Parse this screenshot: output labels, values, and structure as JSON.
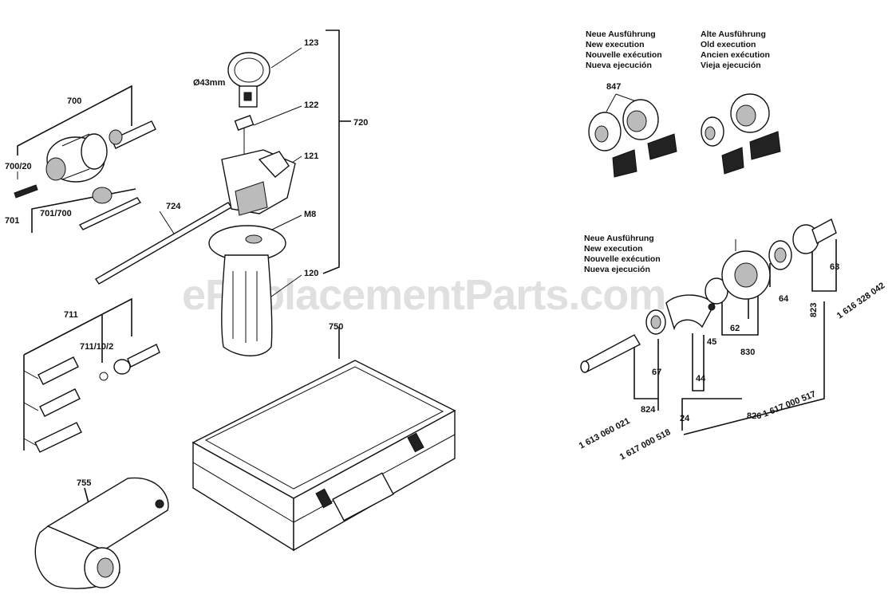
{
  "watermark": "eReplacementParts.com",
  "labels": {
    "p700": "700",
    "p700_20": "700/20",
    "p701": "701",
    "p701_700": "701/700",
    "p724": "724",
    "p123": "123",
    "dia": "Ø43mm",
    "p122": "122",
    "p121": "121",
    "p720": "720",
    "m8": "M8",
    "p120": "120",
    "p711": "711",
    "p711_10_2": "711/10/2",
    "p750": "750",
    "p755": "755",
    "p847": "847",
    "p63": "63",
    "p64": "64",
    "p823": "823",
    "n823": "1 616 328 042",
    "p62": "62",
    "p830": "830",
    "p45": "45",
    "p44": "44",
    "p67": "67",
    "p824": "824",
    "n824": "1 613 060 021",
    "p24": "24",
    "n24": "1 617 000 518",
    "p826": "826",
    "n826": "1 617 000 517"
  },
  "notes": {
    "new_top": [
      "Neue Ausführung",
      "New execution",
      "Nouvelle exécution",
      "Nueva ejecución"
    ],
    "old_top": [
      "Alte Ausführung",
      "Old execution",
      "Ancien exécution",
      "Vieja ejecución"
    ],
    "new_mid": [
      "Neue Ausführung",
      "New execution",
      "Nouvelle exécution",
      "Nueva ejecución"
    ]
  }
}
